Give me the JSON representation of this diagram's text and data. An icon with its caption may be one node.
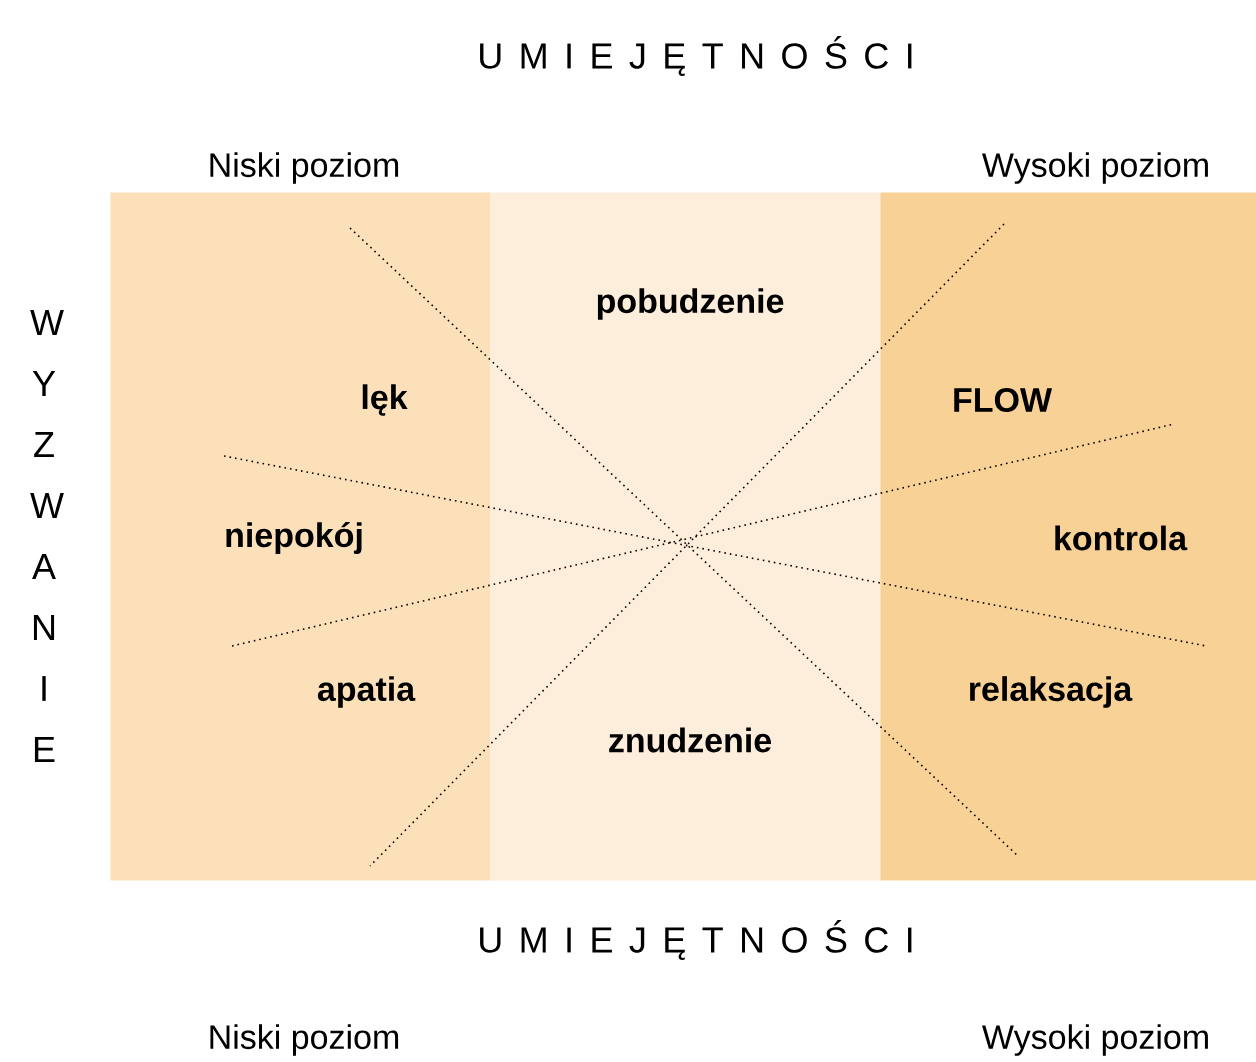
{
  "diagram": {
    "nodes": [
      {
        "text": [
          "lęk",
          "niepokój",
          "apatia"
        ]
      },
      {
        "text": [
          "pobudzenie",
          "znudzenie"
        ]
      },
      {
        "text": [
          "FLOW",
          "kontrola",
          "relaksacja"
        ]
      }
    ],
    "labels": [
      "U M I E J Ę T N O Ś C I",
      "Niski poziom",
      "Wysoki poziom",
      "W Y Z W A N I E",
      "U M I E J Ę T N O Ś C I",
      "Niski poziom",
      "Wysoki poziom"
    ]
  }
}
